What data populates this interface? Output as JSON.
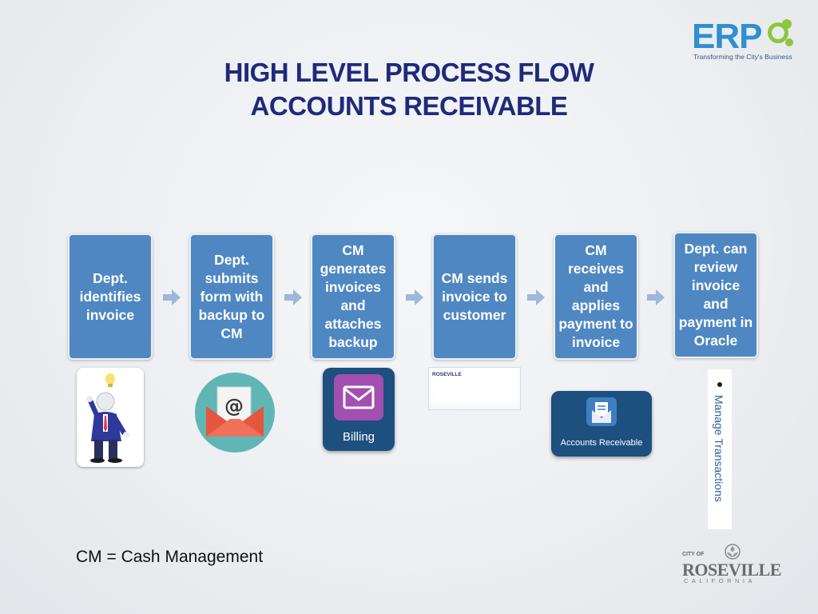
{
  "title": {
    "line1": "HIGH LEVEL PROCESS FLOW",
    "line2": "ACCOUNTS RECEIVABLE"
  },
  "logo": {
    "name": "ERP",
    "tagline": "Transforming the City's Business",
    "brand_color": "#2f8fcf",
    "accent_color": "#8cc63f"
  },
  "steps": [
    {
      "label": "Dept. identifies invoice"
    },
    {
      "label": "Dept. submits form with backup to CM"
    },
    {
      "label": "CM generates invoices and attaches backup"
    },
    {
      "label": "CM sends invoice to customer"
    },
    {
      "label": "CM receives and applies payment to invoice"
    },
    {
      "label": "Dept. can review invoice and payment in Oracle"
    }
  ],
  "step_color": "#4f87c3",
  "arrow_color": "#9fb7d8",
  "images": {
    "person_icon": "person-idea-icon",
    "mail_icon": "email-envelope-icon",
    "billing": {
      "icon": "envelope-icon",
      "label": "Billing"
    },
    "invoice_doc": {
      "icon": "invoice-document-icon",
      "label": "ROSEVILLE"
    },
    "accounts_receivable": {
      "icon": "receipt-envelope-icon",
      "label": "Accounts Receivable"
    },
    "manage_transactions": {
      "label": "Manage Transactions"
    }
  },
  "footnote": "CM = Cash Management",
  "city_logo": {
    "city_of": "CITY OF",
    "name": "ROSEVILLE",
    "state": "CALIFORNIA"
  }
}
